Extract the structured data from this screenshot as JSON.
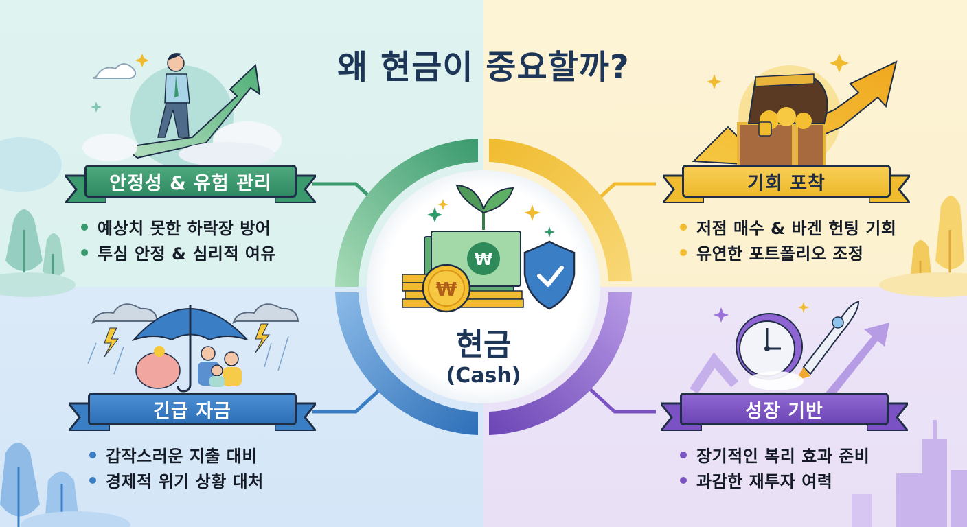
{
  "title": "왜 현금이 중요할까?",
  "center": {
    "label_ko": "현금",
    "label_en": "(Cash)",
    "icons": [
      "sprout-icon",
      "banknote-icon",
      "won-coin-icon",
      "shield-check-icon",
      "sparkle-icon"
    ]
  },
  "colors": {
    "green": "#3a9a6e",
    "yellow": "#f0bb2e",
    "blue": "#3a7fc6",
    "purple": "#7b52c4",
    "navy_text": "#1d3557"
  },
  "sections": [
    {
      "id": "stability",
      "title": "안정성 & 유험 관리",
      "accent": "#3a9a6e",
      "illustration": "businessman-climbing-arrow",
      "bullets": [
        "예상치 못한 하락장 방어",
        "투심 안정 & 심리적 여유"
      ]
    },
    {
      "id": "opportunity",
      "title": "기회 포착",
      "accent": "#f0bb2e",
      "illustration": "treasure-chest-rising-arrow",
      "bullets": [
        "저점 매수 & 바겐 헌팅 기회",
        "유연한 포트폴리오 조정"
      ]
    },
    {
      "id": "emergency",
      "title": "긴급 자금",
      "accent": "#3a7fc6",
      "illustration": "family-umbrella-piggybank",
      "bullets": [
        "갑작스러운 지출 대비",
        "경제적 위기 상황 대처"
      ]
    },
    {
      "id": "growth",
      "title": "성장 기반",
      "accent": "#7b52c4",
      "illustration": "clock-rocket-arrow",
      "bullets": [
        "장기적인 복리 효과 준비",
        "과감한 재투자 여력"
      ]
    }
  ]
}
